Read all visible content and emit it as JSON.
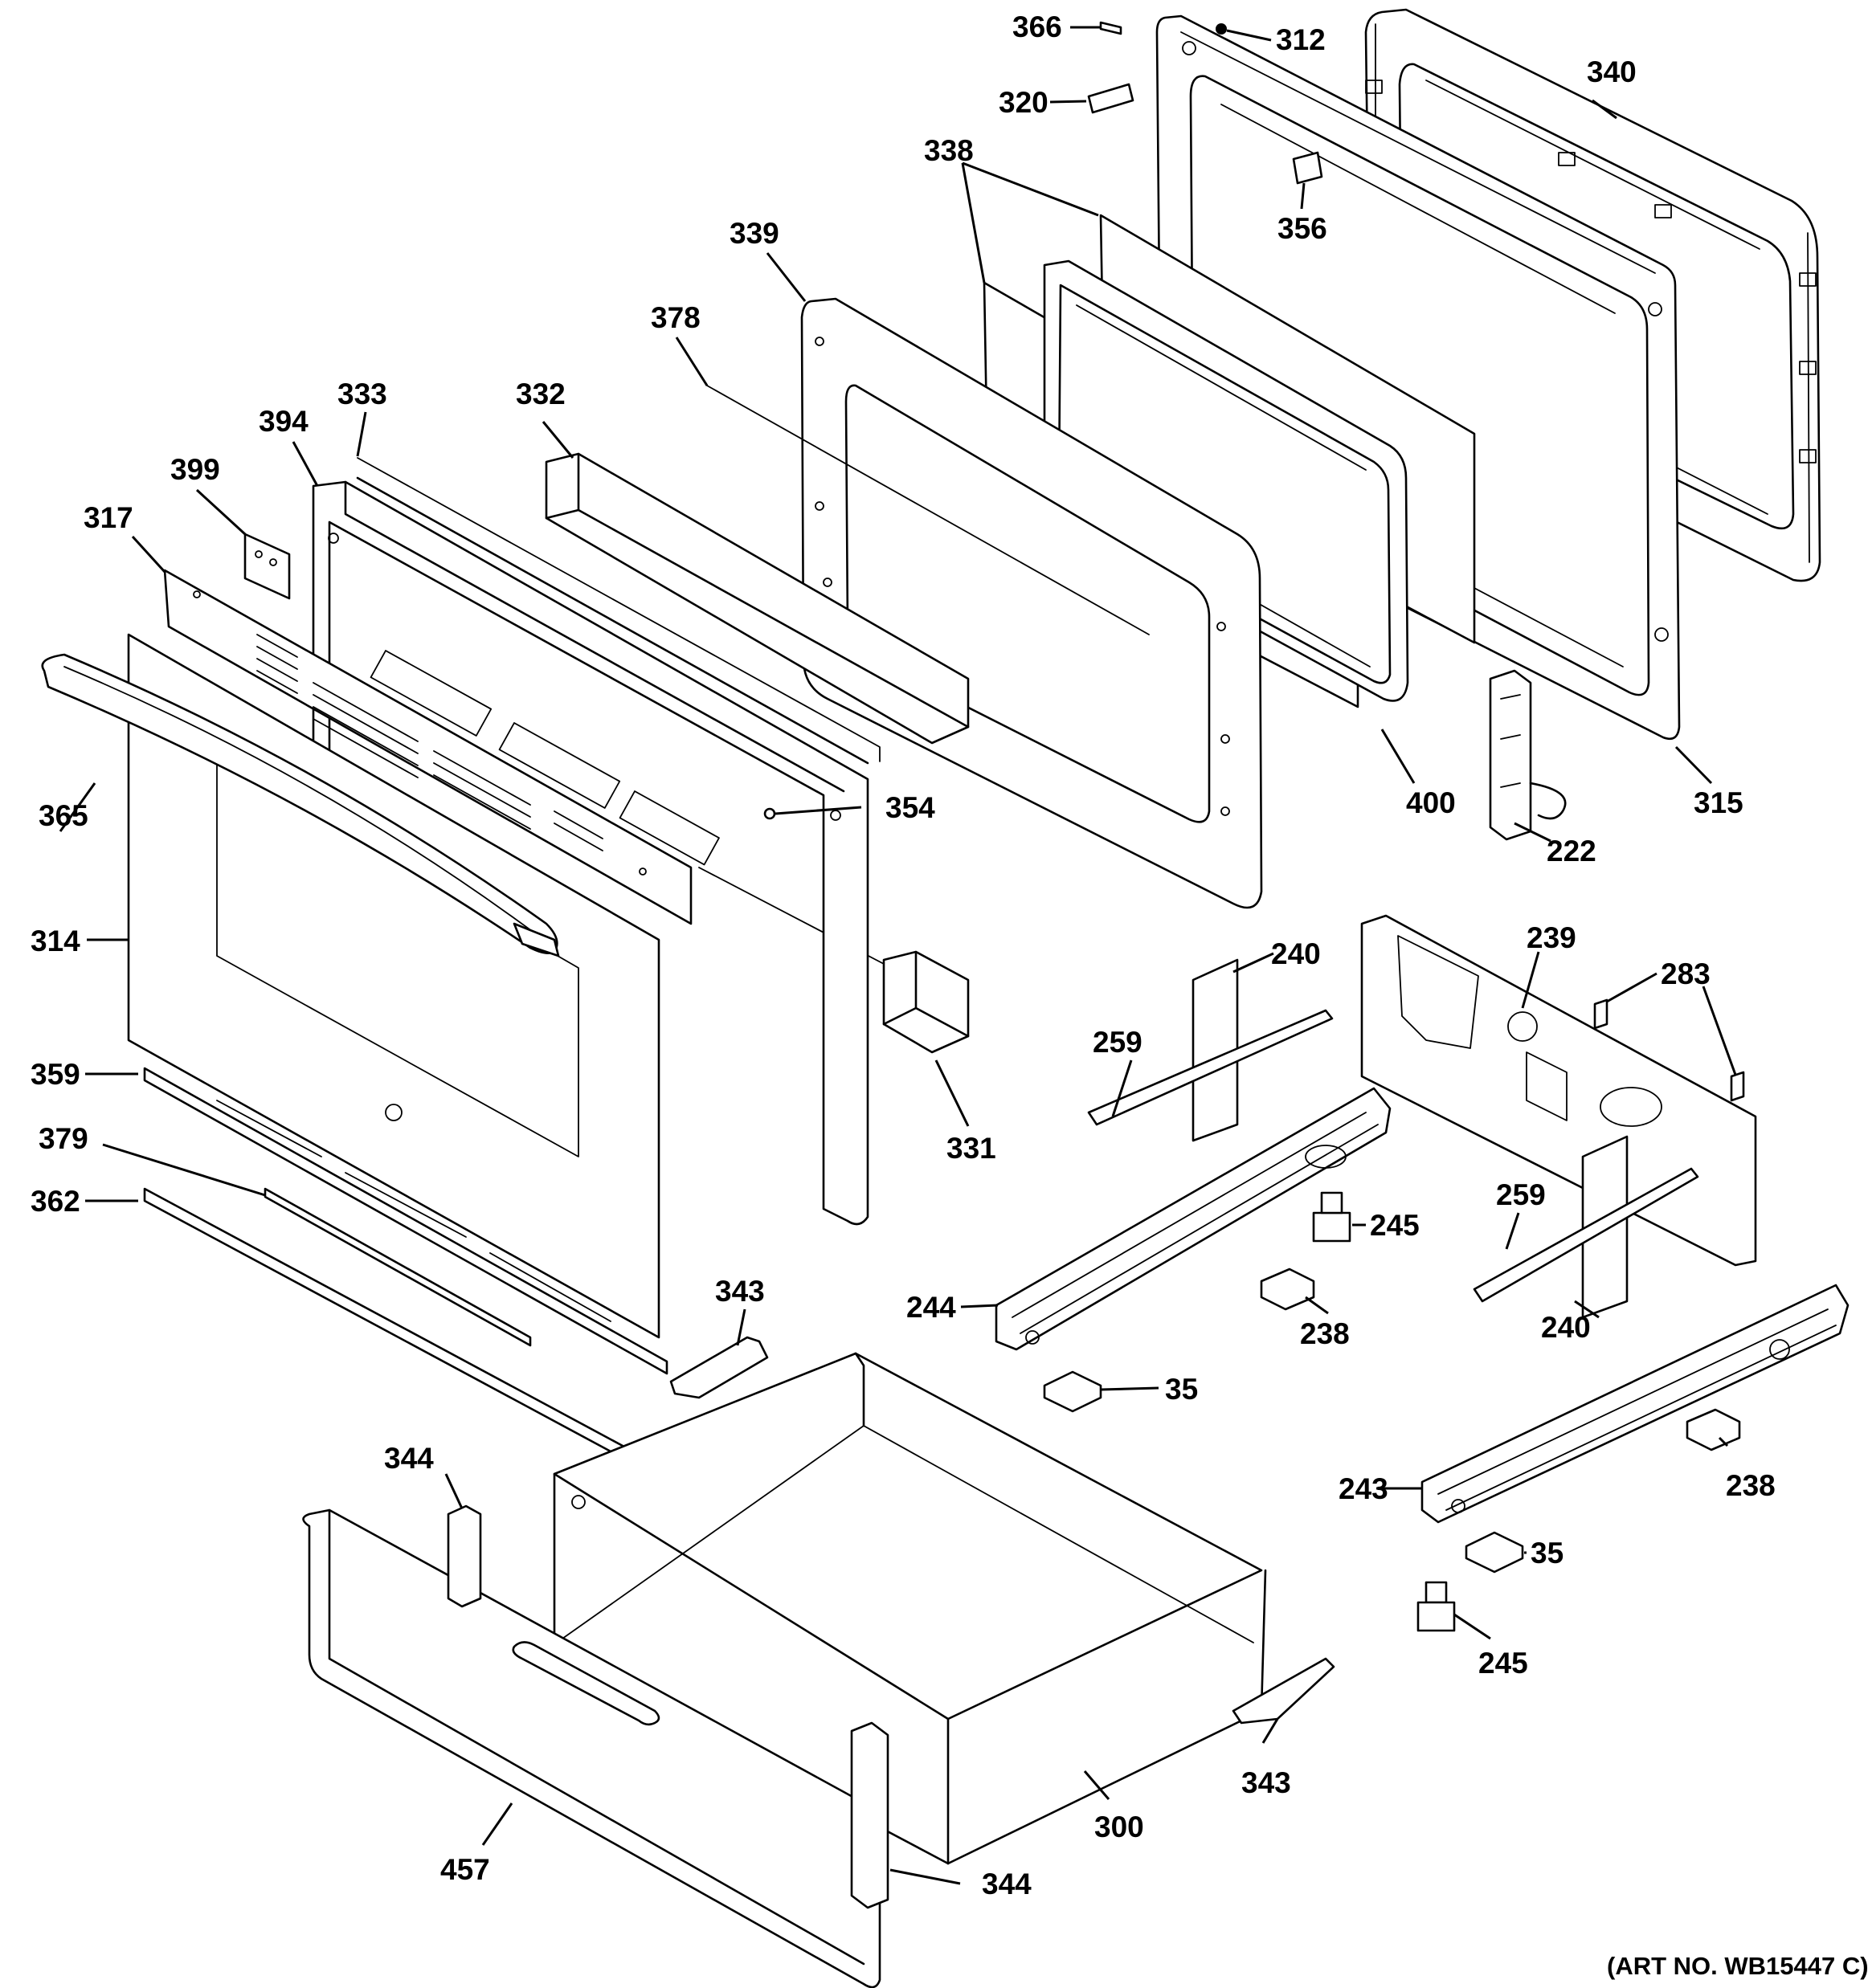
{
  "callouts": {
    "c366": "366",
    "c312": "312",
    "c340": "340",
    "c320": "320",
    "c338": "338",
    "c356": "356",
    "c339": "339",
    "c378": "378",
    "c333": "333",
    "c332": "332",
    "c394": "394",
    "c399": "399",
    "c317": "317",
    "c365": "365",
    "c354": "354",
    "c400": "400",
    "c315": "315",
    "c222": "222",
    "c314": "314",
    "c240a": "240",
    "c239": "239",
    "c283": "283",
    "c259a": "259",
    "c331": "331",
    "c359": "359",
    "c379": "379",
    "c362": "362",
    "c245a": "245",
    "c259b": "259",
    "c343a": "343",
    "c244": "244",
    "c238a": "238",
    "c240b": "240",
    "c35a": "35",
    "c344a": "344",
    "c238b": "238",
    "c243": "243",
    "c35b": "35",
    "c245b": "245",
    "c343b": "343",
    "c300": "300",
    "c457": "457",
    "c344b": "344"
  },
  "art_number": "(ART NO. WB15447 C)"
}
